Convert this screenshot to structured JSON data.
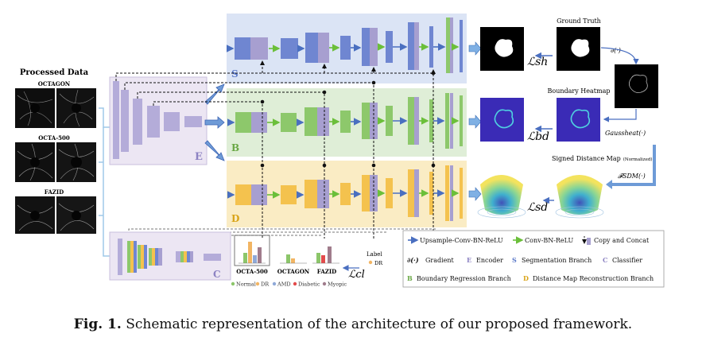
{
  "processed_data": {
    "title": "Processed Data",
    "datasets": [
      "OCTAGON",
      "OCTA-500",
      "FAZID"
    ]
  },
  "branches": {
    "encoder": "E",
    "segmentation": "S",
    "boundary": "B",
    "distance": "D",
    "classifier": "C"
  },
  "right_panel": {
    "ground_truth": "Ground Truth",
    "partial": "∂(·)",
    "boundary_heatmap": "Boundary Heatmap",
    "gaussheat": "Gaussheat(·)",
    "sdm_title": "Signed Distance Map",
    "sdm_note": "(Normalized)",
    "sdm_fn": "𝓕SDM(·)"
  },
  "losses": {
    "sh": "ℒsh",
    "bd": "ℒbd",
    "sd": "ℒsd",
    "cl": "ℒcl"
  },
  "classifier_outputs": {
    "labels": [
      "OCTA-500",
      "OCTAGON",
      "FAZID"
    ],
    "label_title": "Label",
    "label_value": "DR",
    "legend": [
      {
        "name": "Normal",
        "color": "#8cc66a"
      },
      {
        "name": "DR",
        "color": "#f2b563"
      },
      {
        "name": "AMD",
        "color": "#8fa9d8"
      },
      {
        "name": "Diabetic",
        "color": "#e34b4b"
      },
      {
        "name": "Myopic",
        "color": "#a07c8c"
      }
    ]
  },
  "legend": {
    "upsample": "Upsample-Conv-BN-ReLU",
    "convbn": "Conv-BN-ReLU",
    "copy": "Copy and Concat",
    "gradient_symbol": "∂(·)",
    "gradient": "Gradient",
    "encoder_letter": "E",
    "encoder": "Encoder",
    "seg_letter": "S",
    "seg": "Segmentation Branch",
    "cls_letter": "C",
    "cls": "Classifier",
    "bnd_letter": "B",
    "bnd": "Boundary Regression Branch",
    "dist_letter": "D",
    "dist": "Distance Map Reconstruction Branch"
  },
  "caption": {
    "label": "Fig. 1.",
    "text": " Schematic representation of the architecture of our proposed framework."
  },
  "colors": {
    "seg_bg": "#dbe4f5",
    "bnd_bg": "#dfeed7",
    "dist_bg": "#faecc4",
    "enc_bg": "#ece6f3",
    "purple_block": "#a79fd0",
    "blue_block": "#6f86d1",
    "green_block": "#8dc86b",
    "yellow_block": "#f4c24e"
  }
}
